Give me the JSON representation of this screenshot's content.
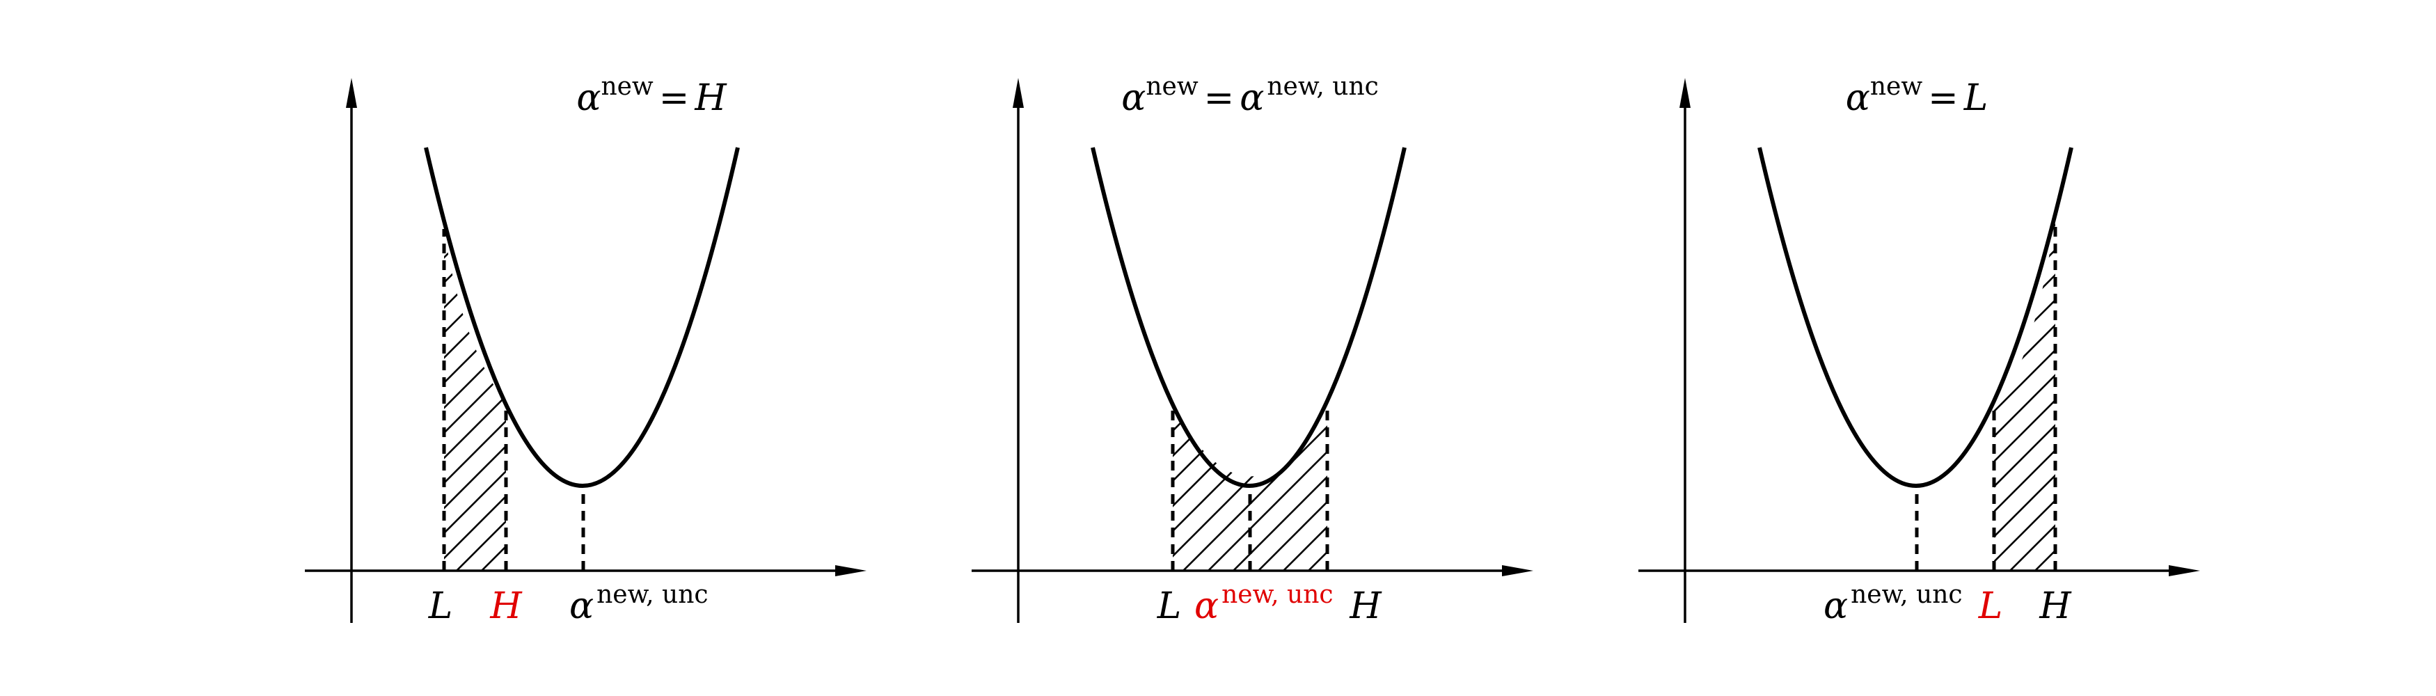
{
  "colors": {
    "ink": "#000000",
    "highlight": "#e00000",
    "background": "#ffffff"
  },
  "panels": [
    {
      "title": {
        "base": "α",
        "sup": "new",
        "eq": "=",
        "rhs_base": "H",
        "rhs_sup": ""
      },
      "ticks": [
        {
          "base": "L",
          "sup": "",
          "highlight": false
        },
        {
          "base": "H",
          "sup": "",
          "highlight": true
        },
        {
          "base": "α",
          "sup": "new, unc",
          "highlight": false
        }
      ]
    },
    {
      "title": {
        "base": "α",
        "sup": "new",
        "eq": "=",
        "rhs_base": "α",
        "rhs_sup": "new, unc"
      },
      "ticks": [
        {
          "base": "L",
          "sup": "",
          "highlight": false
        },
        {
          "base": "α",
          "sup": "new, unc",
          "highlight": true
        },
        {
          "base": "H",
          "sup": "",
          "highlight": false
        }
      ]
    },
    {
      "title": {
        "base": "α",
        "sup": "new",
        "eq": "=",
        "rhs_base": "L",
        "rhs_sup": ""
      },
      "ticks": [
        {
          "base": "α",
          "sup": "new, unc",
          "highlight": false
        },
        {
          "base": "L",
          "sup": "",
          "highlight": true
        },
        {
          "base": "H",
          "sup": "",
          "highlight": false
        }
      ]
    }
  ]
}
